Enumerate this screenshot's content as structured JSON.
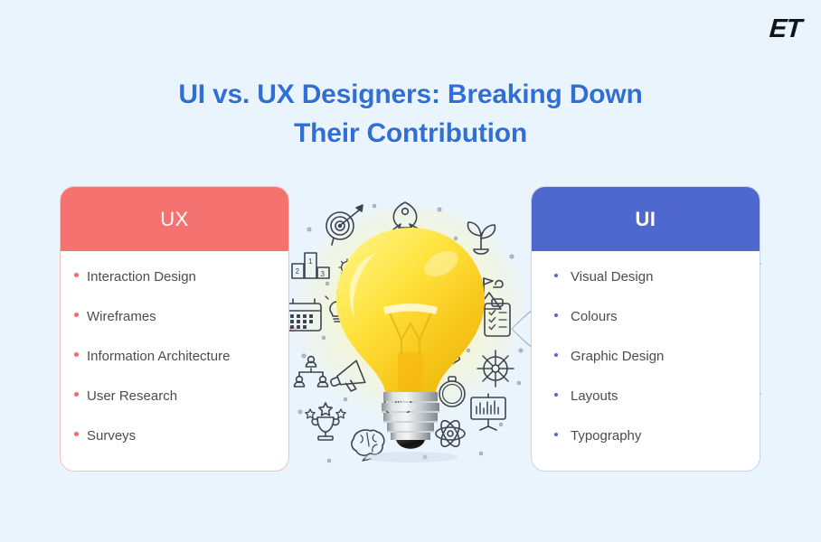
{
  "background_color": "#eaf4fd",
  "logo": {
    "text": "ET",
    "color": "#111418"
  },
  "title": {
    "line1": "UI vs. UX Designers: Breaking Down",
    "line2": "Their Contribution",
    "color": "#2f6fd6"
  },
  "cards": {
    "ux": {
      "heading": "UX",
      "header_color": "#f4726f",
      "bullet_color": "#ef6a6a",
      "border_color": "#f6c2c0",
      "items": [
        "Interaction Design",
        "Wireframes",
        "Information Architecture",
        "User Research",
        "Surveys"
      ]
    },
    "ui": {
      "heading": "UI",
      "header_color": "#4f68ce",
      "bullet_color": "#4f68ce",
      "border_color": "#c9d2f0",
      "items": [
        "Visual Design",
        "Colours",
        "Graphic Design",
        "Layouts",
        "Typography"
      ]
    }
  },
  "illustration": {
    "name": "lightbulb-idea-icons",
    "bulb_color": "#ffd93b",
    "glow_color": "#fdf6b8",
    "icons": [
      "target-icon",
      "podium-chart-icon",
      "gears-icon",
      "medal-one-icon",
      "rocket-icon",
      "team-avatars-icon",
      "sprout-icon",
      "mountain-flag-icon",
      "binoculars-icon",
      "clipboard-checklist-icon",
      "ship-wheel-icon",
      "compass-icon",
      "presentation-chart-icon",
      "calendar-icon",
      "small-bulb-icon",
      "org-chart-icon",
      "megaphone-icon",
      "trophy-stars-icon",
      "money-bag-icon",
      "brain-icon",
      "atom-icon",
      "books-icon"
    ]
  },
  "connectors": {
    "left_color": "#f0a9a7",
    "right_color": "#8e9ede"
  }
}
